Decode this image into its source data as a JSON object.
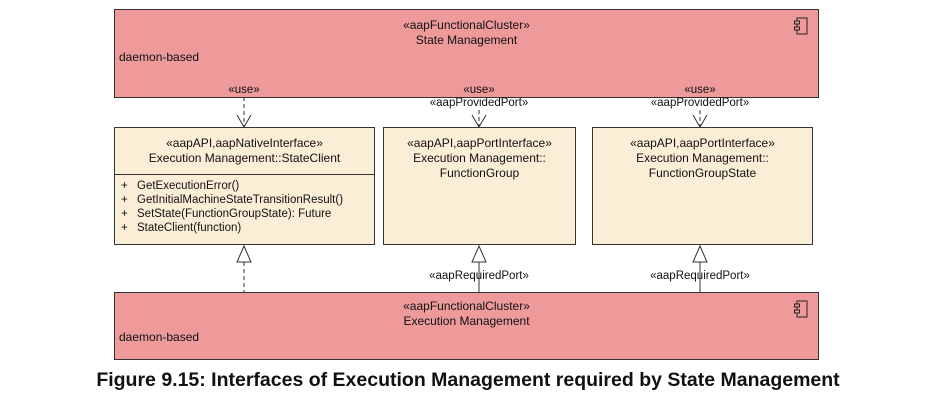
{
  "top_cluster": {
    "stereotype": "«aapFunctionalCluster»",
    "name": "State Management",
    "note": "daemon-based"
  },
  "bottom_cluster": {
    "stereotype": "«aapFunctionalCluster»",
    "name": "Execution Management",
    "note": "daemon-based"
  },
  "state_client": {
    "stereotype": "«aapAPI,aapNativeInterface»",
    "name": "Execution Management::StateClient",
    "operations": [
      {
        "vis": "+",
        "sig": "GetExecutionError()"
      },
      {
        "vis": "+",
        "sig": "GetInitialMachineStateTransitionResult()"
      },
      {
        "vis": "+",
        "sig": "SetState(FunctionGroupState): Future"
      },
      {
        "vis": "+",
        "sig": "StateClient(function)"
      }
    ]
  },
  "function_group": {
    "stereotype": "«aapAPI,aapPortInterface»",
    "name_line1": "Execution Management::",
    "name_line2": "FunctionGroup"
  },
  "function_group_state": {
    "stereotype": "«aapAPI,aapPortInterface»",
    "name_line1": "Execution Management::",
    "name_line2": "FunctionGroupState"
  },
  "connectors": {
    "use_1": "«use»",
    "use_2": "«use»",
    "provided_2": "«aapProvidedPort»",
    "use_3": "«use»",
    "provided_3": "«aapProvidedPort»",
    "required_2": "«aapRequiredPort»",
    "required_3": "«aapRequiredPort»"
  },
  "caption": "Figure 9.15: Interfaces of Execution Management required by State Management",
  "colors": {
    "cluster_fill": "#ee9a9a",
    "interface_fill": "#fbeed7"
  }
}
